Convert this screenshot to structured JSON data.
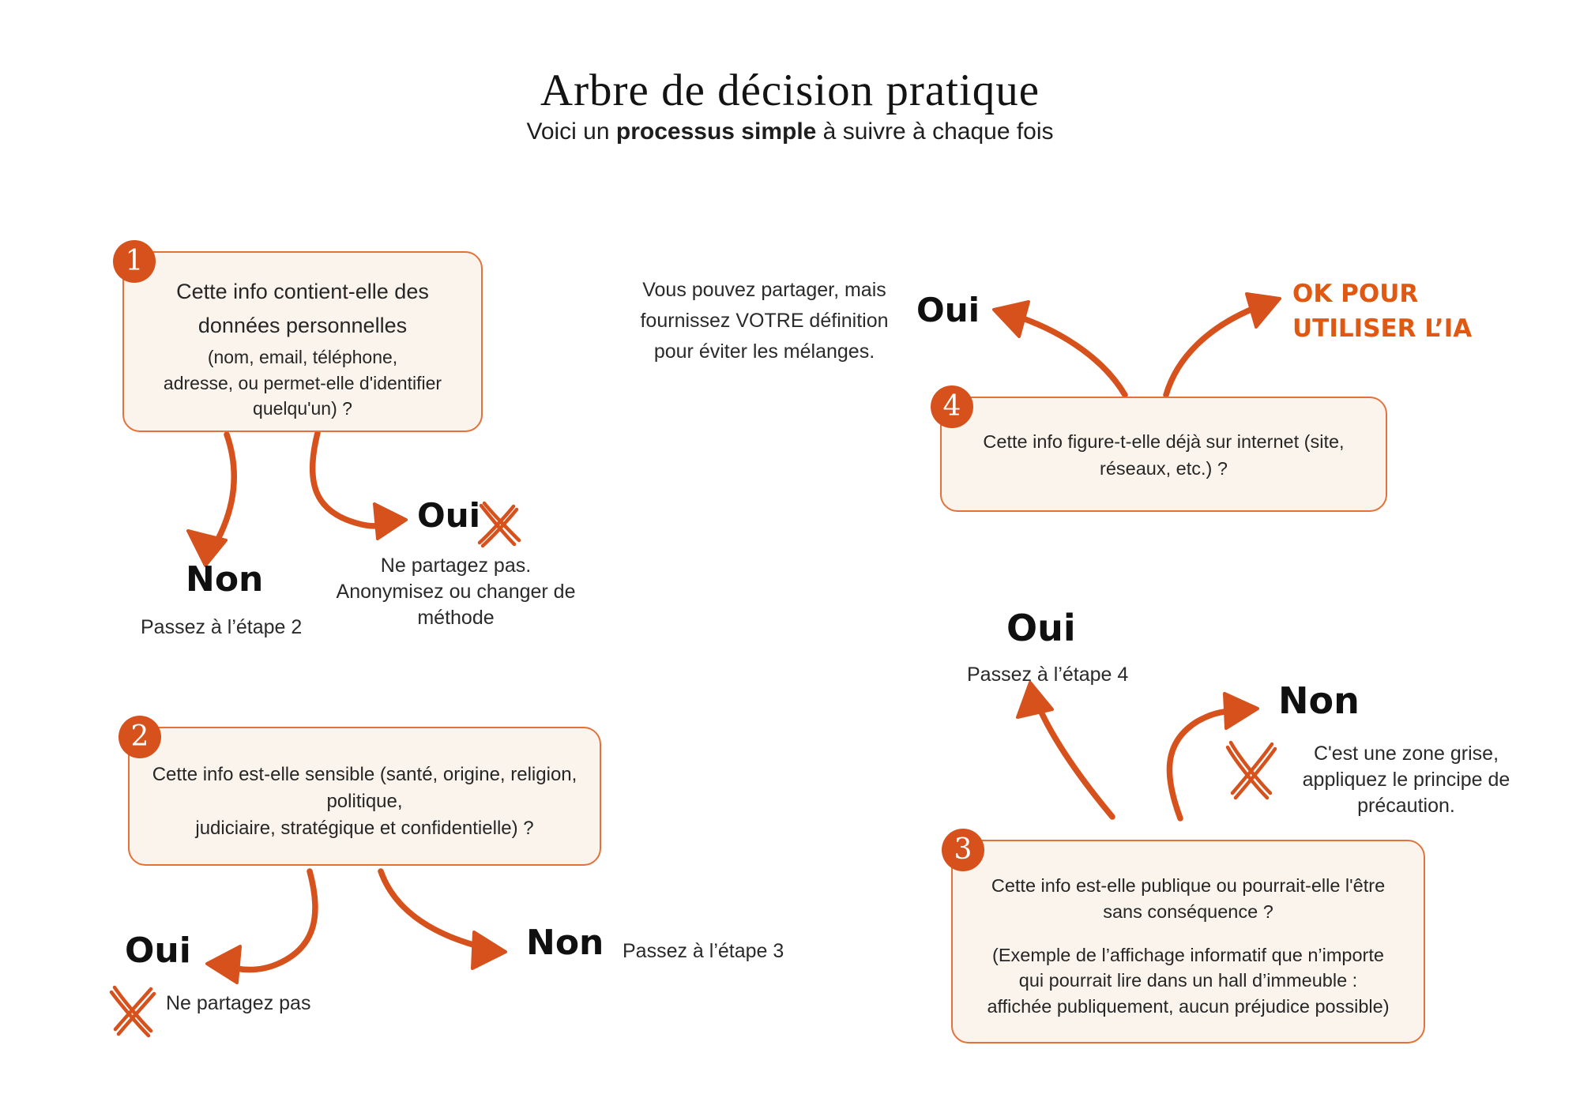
{
  "title": "Arbre de décision pratique",
  "subtitle": {
    "prefix": "Voici un ",
    "bold": "processus simple",
    "suffix": " à suivre à chaque fois"
  },
  "colors": {
    "accent_orange": "#d6511c",
    "box_border": "#e2713a",
    "box_fill": "#faf4ec",
    "ok_text_orange": "#df5913",
    "text_dark": "#262626"
  },
  "boxes": {
    "step1": {
      "number": "1",
      "main": "Cette info contient-elle des\ndonnées personnelles",
      "detail": "(nom, email, téléphone,\nadresse, ou permet-elle d'identifier\nquelqu'un) ?"
    },
    "step2": {
      "number": "2",
      "question": "Cette info est-elle sensible (santé, origine, religion,\npolitique,\njudiciaire, stratégique et confidentielle) ?"
    },
    "step3": {
      "number": "3",
      "question": "Cette info est-elle publique ou pourrait-elle l'être\nsans conséquence ?",
      "example": "(Exemple de l’affichage informatif que n’importe\nqui pourrait lire dans un hall d’immeuble :\naffichée publiquement, aucun préjudice possible)"
    },
    "step4": {
      "number": "4",
      "question": "Cette info figure-t-elle déjà sur internet (site,\nréseaux, etc.) ?"
    }
  },
  "labels": {
    "step1_no": "Non",
    "step1_no_note": "Passez à l’étape 2",
    "step1_yes": "Oui",
    "step1_yes_note": "Ne partagez pas.\nAnonymisez ou changer de\nméthode",
    "step2_yes": "Oui",
    "step2_yes_note": "Ne partagez pas",
    "step2_no": "Non",
    "step2_no_note": "Passez à l’étape 3",
    "step3_yes": "Oui",
    "step3_yes_note": "Passez à l’étape 4",
    "step3_no": "Non",
    "step3_no_note": "C'est une zone grise,\nappliquez le principe de\nprécaution.",
    "step4_yes": "Oui",
    "step4_yes_note": "Vous pouvez partager, mais\nfournissez VOTRE définition\npour éviter les mélanges.",
    "step4_ok": "OK POUR\nUTILISER L’IA"
  }
}
